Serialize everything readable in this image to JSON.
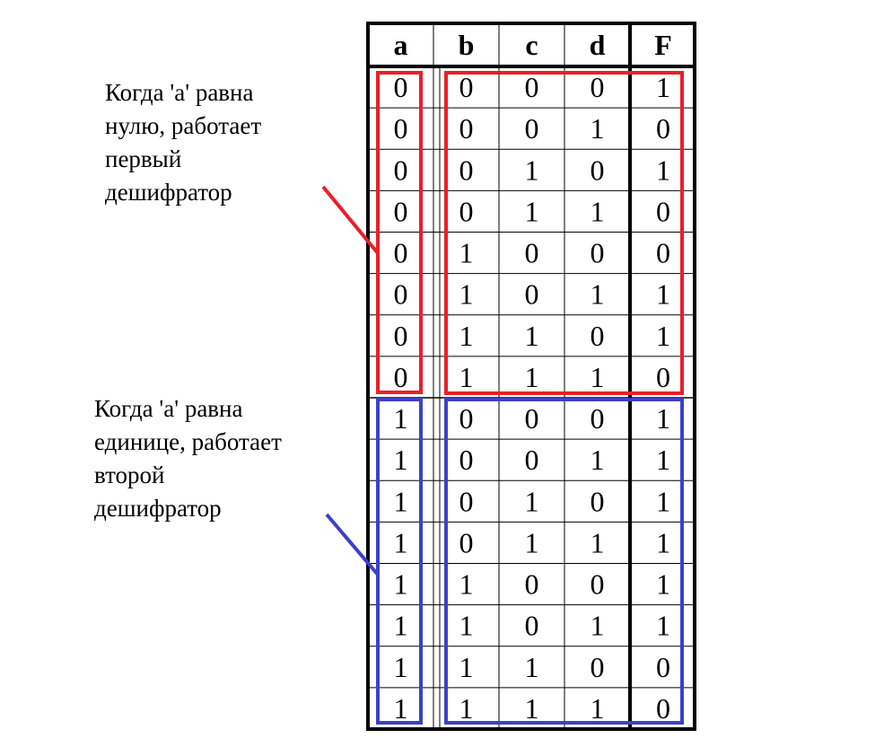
{
  "notes": {
    "top": [
      "Когда 'а' равна",
      "нулю, работает",
      "первый",
      "дешифратор"
    ],
    "bottom": [
      "Когда 'а' равна",
      "единице, работает",
      "второй",
      "дешифратор"
    ]
  },
  "colors": {
    "top_group": "#e8202a",
    "bottom_group": "#3c41c8"
  },
  "table": {
    "headers": [
      "a",
      "b",
      "c",
      "d",
      "F"
    ],
    "rows": [
      [
        "0",
        "0",
        "0",
        "0",
        "1"
      ],
      [
        "0",
        "0",
        "0",
        "1",
        "0"
      ],
      [
        "0",
        "0",
        "1",
        "0",
        "1"
      ],
      [
        "0",
        "0",
        "1",
        "1",
        "0"
      ],
      [
        "0",
        "1",
        "0",
        "0",
        "0"
      ],
      [
        "0",
        "1",
        "0",
        "1",
        "1"
      ],
      [
        "0",
        "1",
        "1",
        "0",
        "1"
      ],
      [
        "0",
        "1",
        "1",
        "1",
        "0"
      ],
      [
        "1",
        "0",
        "0",
        "0",
        "1"
      ],
      [
        "1",
        "0",
        "0",
        "1",
        "1"
      ],
      [
        "1",
        "0",
        "1",
        "0",
        "1"
      ],
      [
        "1",
        "0",
        "1",
        "1",
        "1"
      ],
      [
        "1",
        "1",
        "0",
        "0",
        "1"
      ],
      [
        "1",
        "1",
        "0",
        "1",
        "1"
      ],
      [
        "1",
        "1",
        "1",
        "0",
        "0"
      ],
      [
        "1",
        "1",
        "1",
        "1",
        "0"
      ]
    ]
  }
}
